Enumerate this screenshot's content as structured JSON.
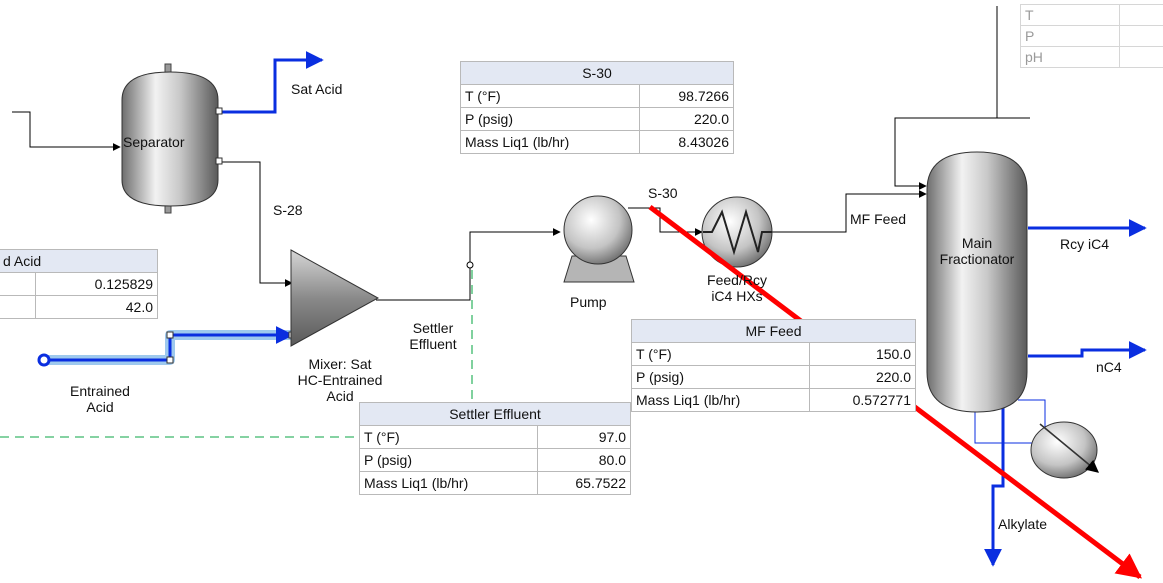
{
  "labels": {
    "sat_acid": "Sat Acid",
    "separator": "Separator",
    "s28": "S-28",
    "s30_stream": "S-30",
    "pump": "Pump",
    "feed_rcy_line1": "Feed/Rcy",
    "feed_rcy_line2": "iC4 HXs",
    "mf_feed": "MF Feed",
    "main_line1": "Main",
    "main_line2": "Fractionator",
    "rcy_ic4": "Rcy iC4",
    "nc4": "nC4",
    "alkylate": "Alkylate",
    "settler_line1": "Settler",
    "settler_line2": "Effluent",
    "mixer_line1": "Mixer: Sat",
    "mixer_line2": "HC-Entrained",
    "mixer_line3": "Acid",
    "entrained_line1": "Entrained",
    "entrained_line2": "Acid"
  },
  "tables": {
    "s30": {
      "title": "S-30",
      "rows": [
        {
          "label": "T (°F)",
          "value": "98.7266"
        },
        {
          "label": "P (psig)",
          "value": "220.0"
        },
        {
          "label": "Mass Liq1 (lb/hr)",
          "value": "8.43026"
        }
      ]
    },
    "acid": {
      "title": "d Acid",
      "rows": [
        {
          "label": "",
          "value": "0.125829"
        },
        {
          "label": "",
          "value": "42.0"
        }
      ]
    },
    "mf": {
      "title": "MF Feed",
      "rows": [
        {
          "label": "T (°F)",
          "value": "150.0"
        },
        {
          "label": "P (psig)",
          "value": "220.0"
        },
        {
          "label": "Mass Liq1 (lb/hr)",
          "value": "0.572771"
        }
      ]
    },
    "settler": {
      "title": "Settler Effluent",
      "rows": [
        {
          "label": "T (°F)",
          "value": "97.0"
        },
        {
          "label": "P (psig)",
          "value": "80.0"
        },
        {
          "label": "Mass Liq1 (lb/hr)",
          "value": "65.7522"
        }
      ]
    },
    "topright": {
      "rows": [
        {
          "label": "T",
          "value": ""
        },
        {
          "label": "P",
          "value": ""
        },
        {
          "label": "pH",
          "value": ""
        }
      ]
    }
  },
  "colors": {
    "stream_blue": "#0a2ee0",
    "highlight_blue": "#9ec9ee",
    "energy_line": "#000000",
    "annotation_red": "#ff0000",
    "dashed_green": "#3cb86a",
    "table_header_bg": "#e3e8f3"
  }
}
